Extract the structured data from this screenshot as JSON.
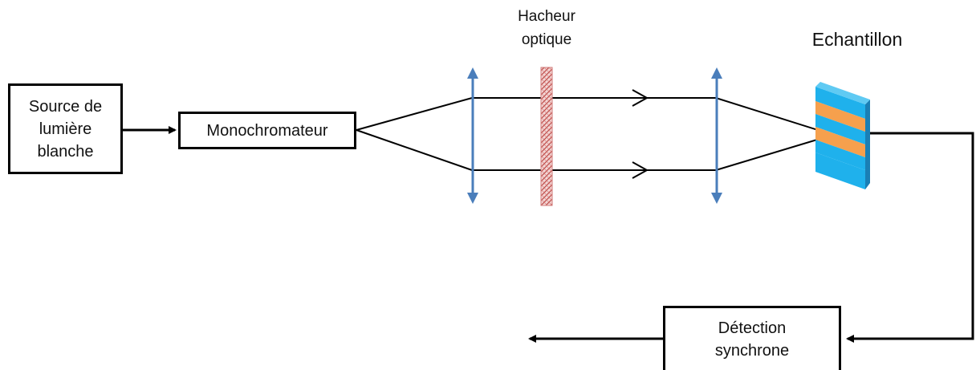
{
  "source_box": {
    "text": "Source de\nlumière\nblanche"
  },
  "monochromator_box": {
    "text": "Monochromateur"
  },
  "chopper_label": {
    "text": "Hacheur\noptique"
  },
  "sample_label": {
    "text": "Echantillon"
  },
  "detection_box": {
    "text": "Détection\nsynchrone"
  },
  "colors": {
    "line": "#000000",
    "lens": "#4a7ebb",
    "chopper": "#c0504d",
    "sample_blue": "#1fb1ec",
    "sample_blue_dark": "#1a7fb5",
    "sample_orange": "#f6a04d"
  },
  "icons": {
    "lens": "lens-icon",
    "chopper": "optical-chopper-icon",
    "sample": "sample-icon"
  }
}
